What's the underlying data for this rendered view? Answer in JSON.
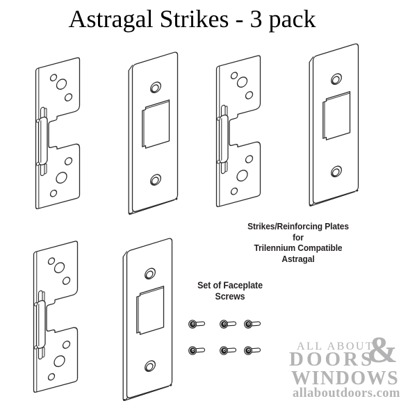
{
  "title": "Astragal Strikes - 3 pack",
  "captions": {
    "plates_line1": "Strikes/Reinforcing Plates for",
    "plates_line2": "Trilennium Compatible Astragal",
    "screws_line1": "Set of Faceplate",
    "screws_line2": "Screws"
  },
  "drawings": {
    "strike_plate_count": 3,
    "faceplate_count": 3,
    "screw_count": 6
  },
  "screws": {
    "xs": [
      271,
      316,
      351
    ],
    "ys": [
      460,
      498
    ]
  },
  "logo": {
    "tagline_top": "ALL ABOUT",
    "ampersand": "&",
    "word1": "DOORS",
    "word2": "WINDOWS",
    "domain": "allaboutdoors.com",
    "color": "#b3b2b4"
  },
  "colors": {
    "background": "#ffffff",
    "line_art": "#2a2a2a",
    "caption_text": "#231f20"
  }
}
